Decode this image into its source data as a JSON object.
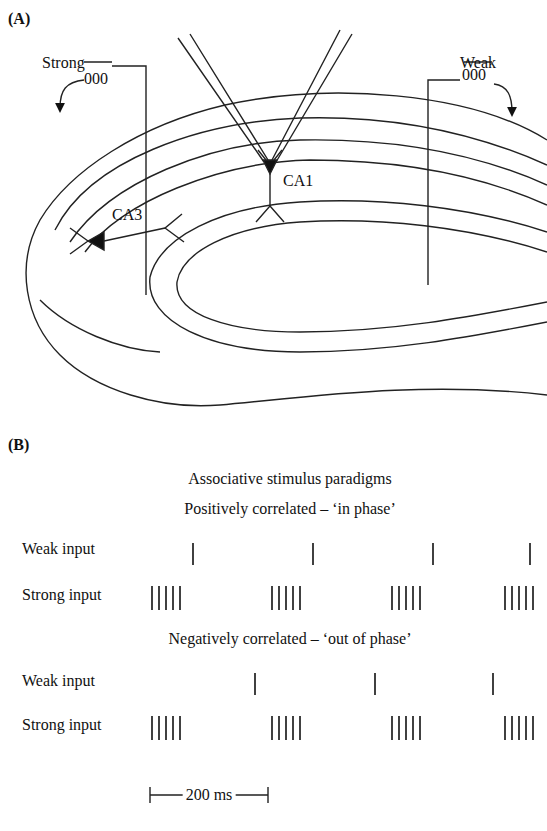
{
  "diagram": {
    "labels": [
      "(A)",
      "Strong",
      "000",
      "Weak",
      "000",
      "CA3",
      "CA1",
      "(B)",
      "Associative stimulus paradigms",
      "Positively correlated – ‘in phase’",
      "Weak input",
      "Strong input",
      "Negatively correlated – ‘out of phase’",
      "Weak input",
      "Strong input",
      "200 ms"
    ]
  }
}
